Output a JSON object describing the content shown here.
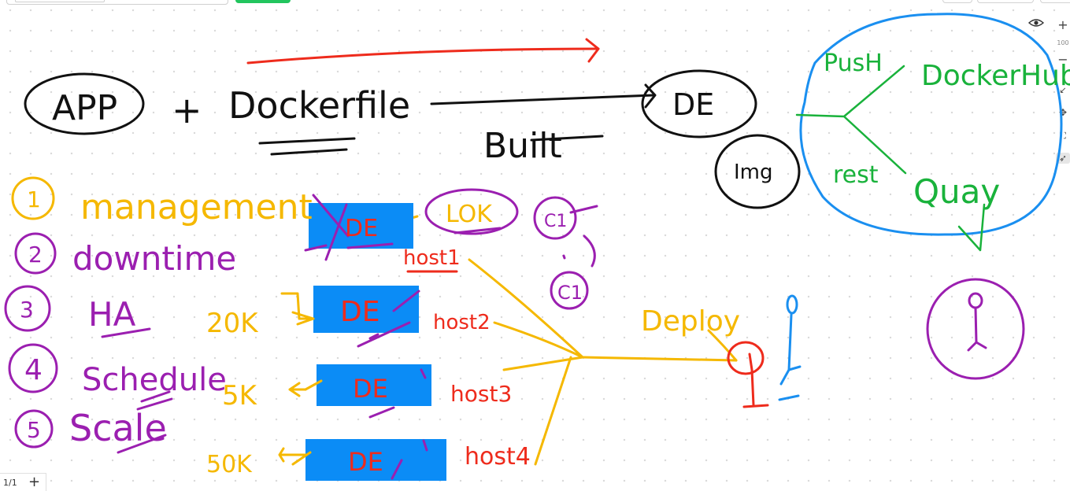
{
  "toolbar": {
    "zoom_label": "100",
    "page_indicator": "1/1",
    "add_page_label": "+",
    "zoom_in_label": "+",
    "zoom_out_label": "−"
  },
  "canvas": {
    "heading": {
      "app": "APP",
      "plus": "+",
      "dockerfile": "Dockerfile",
      "de": "DE",
      "built": "Built",
      "img": "Img"
    },
    "registry": {
      "push": "PusH",
      "dockerhub": "DockerHub",
      "rest": "rest",
      "quay": "Quay"
    },
    "list": [
      {
        "n": "1",
        "text": "management"
      },
      {
        "n": "2",
        "text": "downtime"
      },
      {
        "n": "3",
        "text": "HA"
      },
      {
        "n": "4",
        "text": "Schedule"
      },
      {
        "n": "5",
        "text": "Scale"
      }
    ],
    "de_boxes": [
      {
        "label": "DE",
        "host": "host1"
      },
      {
        "label": "DE",
        "host": "host2"
      },
      {
        "label": "DE",
        "host": "host3"
      },
      {
        "label": "DE",
        "host": "host4"
      }
    ],
    "side_labels": [
      "20K",
      "5K",
      "50K"
    ],
    "lok": "LOK",
    "c1_a": "C1",
    "c1_b": "C1",
    "deploy": "Deploy"
  },
  "colors": {
    "black": "#111111",
    "red": "#ee2b1c",
    "blue": "#1a8ff0",
    "green": "#19b23b",
    "purple": "#9b1fb0",
    "orange": "#f5b800",
    "box_blue": "#0b8cf6"
  }
}
